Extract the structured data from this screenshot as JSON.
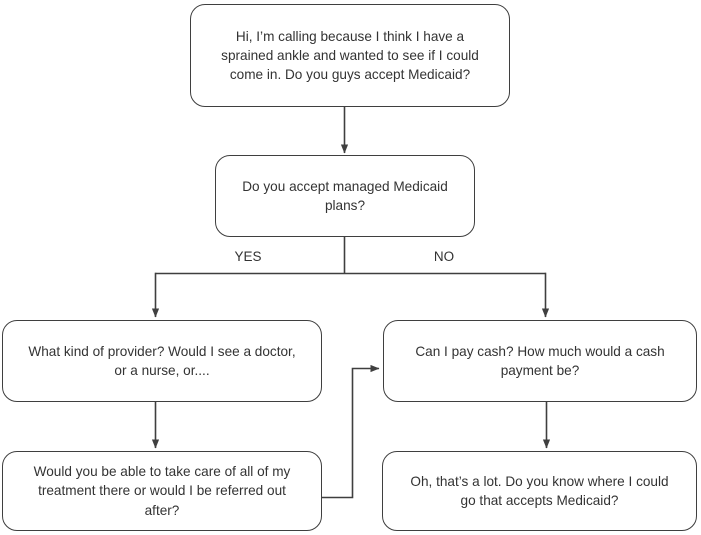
{
  "nodes": {
    "opening": {
      "text": "Hi, I’m calling because I think I have a\nsprained ankle and wanted to see if I could\ncome in. Do you guys accept Medicaid?"
    },
    "managed_plans": {
      "text": "Do you accept managed Medicaid\nplans?"
    },
    "provider": {
      "text": "What kind of provider? Would I see a doctor,\nor a nurse, or...."
    },
    "cash": {
      "text": "Can I pay cash? How much would a cash\npayment be?"
    },
    "treatment": {
      "text": "Would you be able to take care of all of my\ntreatment there or would I be referred out\nafter?"
    },
    "referral": {
      "text": "Oh, that’s a lot. Do you know where I could\ngo that accepts Medicaid?"
    }
  },
  "edge_labels": {
    "yes": "YES",
    "no": "NO"
  },
  "colors": {
    "line": "#3f3f3f",
    "text": "#333333",
    "background": "#ffffff"
  }
}
